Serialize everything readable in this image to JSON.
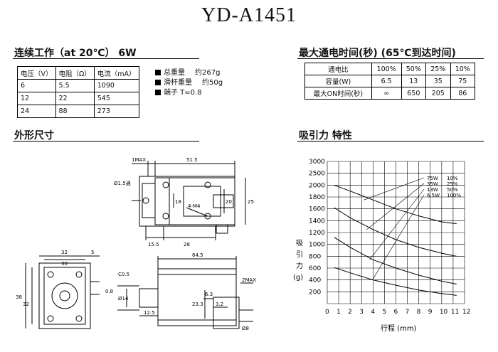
{
  "title": "YD-A1451",
  "left": {
    "section1_title": "连续工作（at 20℃） 6W",
    "table": {
      "headers": [
        "电压（V）",
        "电阻（Ω）",
        "电流（mA）"
      ],
      "rows": [
        [
          "6",
          "5.5",
          "1090"
        ],
        [
          "12",
          "22",
          "545"
        ],
        [
          "24",
          "88",
          "273"
        ]
      ]
    },
    "specs": [
      {
        "label": "总重量",
        "value": "约267g"
      },
      {
        "label": "滑杆重量",
        "value": "约50g"
      },
      {
        "label": "端子 T=0.8",
        "value": ""
      }
    ],
    "section2_title": "外形尺寸",
    "dims": {
      "d_1max": "1MAX",
      "d_51_5": "51.5",
      "d_hole": "Ø1.5通",
      "d_4m4": "4-M4",
      "d_15_5": "15.5",
      "d_28": "28",
      "d_25": "25",
      "d_18": "18",
      "d_20": "20",
      "d_32": "32",
      "d_5": "5",
      "d_30": "30",
      "d_38": "38",
      "d_32b": "32",
      "d_64_5": "64.5",
      "d_c05": "C0.5",
      "d_0_8": "0.8",
      "d_14": "Ø14",
      "d_12_5": "12.5",
      "d_23_3": "23.3",
      "d_6_3": "6.3",
      "d_3_2": "3.2",
      "d_2max": "2MAX",
      "d_8": "Ø8"
    }
  },
  "right": {
    "section1_title": "最大通电时间(秒) (65℃到达时间)",
    "table": {
      "headers": [
        "通电比",
        "100%",
        "50%",
        "25%",
        "10%"
      ],
      "rows": [
        [
          "容量(W)",
          "6.5",
          "13",
          "35",
          "75"
        ],
        [
          "最大ON时间(秒)",
          "∞",
          "650",
          "205",
          "86"
        ]
      ]
    },
    "section2_title": "吸引力 特性"
  },
  "chart_data": {
    "type": "line",
    "title": "",
    "xlabel": "行程 (mm)",
    "ylabel": "吸引力 (g)",
    "xlim": [
      0,
      12
    ],
    "ylim": [
      0,
      3000
    ],
    "xticks": [
      "0",
      "1",
      "2",
      "3",
      "4",
      "5",
      "6",
      "7",
      "8",
      "9",
      "10",
      "11",
      "12"
    ],
    "yticks": [
      "200",
      "400",
      "600",
      "800",
      "1000",
      "1200",
      "1400",
      "1600",
      "1800",
      "2000",
      "2500",
      "3000"
    ],
    "legend": [
      {
        "w": "75W",
        "ratio": "10%"
      },
      {
        "w": "35W",
        "ratio": "25%"
      },
      {
        "w": "13W",
        "ratio": "50%"
      },
      {
        "w": "6.5W",
        "ratio": "100%"
      }
    ],
    "series": [
      {
        "name": "75W 10%",
        "x": [
          0.6,
          2,
          4,
          6,
          8,
          10,
          11.3
        ],
        "y": [
          2000,
          1900,
          1750,
          1600,
          1480,
          1380,
          1350
        ]
      },
      {
        "name": "35W 25%",
        "x": [
          0.6,
          2,
          4,
          6,
          8,
          10,
          11.3
        ],
        "y": [
          1620,
          1450,
          1250,
          1080,
          950,
          850,
          800
        ]
      },
      {
        "name": "13W 50%",
        "x": [
          0.6,
          2,
          4,
          6,
          8,
          10,
          11.3
        ],
        "y": [
          1120,
          950,
          740,
          600,
          480,
          380,
          330
        ]
      },
      {
        "name": "6.5W 100%",
        "x": [
          0.6,
          2,
          4,
          6,
          8,
          10,
          11.3
        ],
        "y": [
          610,
          520,
          400,
          310,
          230,
          170,
          140
        ]
      }
    ]
  }
}
